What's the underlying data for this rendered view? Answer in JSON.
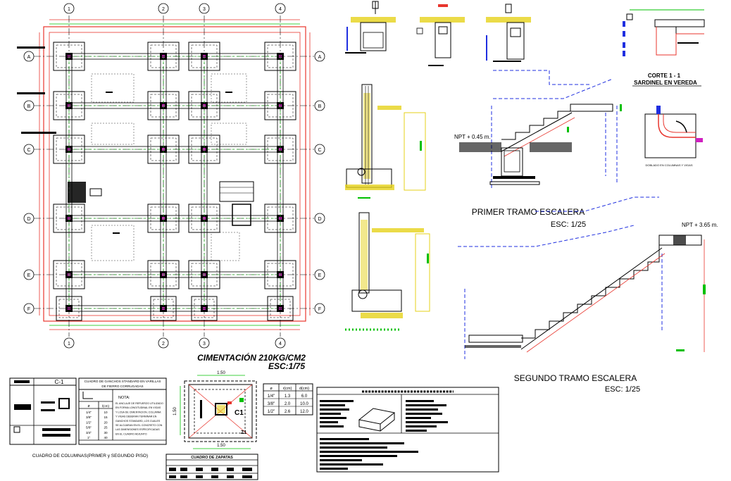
{
  "colors": {
    "red": "#e8352d",
    "green": "#00c000",
    "blue": "#1f2fe0",
    "yellow": "#e6d21a",
    "magenta": "#d020c0",
    "black": "#000000",
    "gray": "#9a9a9a"
  },
  "plan": {
    "axes_top": [
      "1",
      "2",
      "3",
      "4"
    ],
    "axes_bottom": [
      "1",
      "2",
      "3",
      "4"
    ],
    "axes_left": [
      "A",
      "B",
      "C",
      "D",
      "E",
      "F"
    ],
    "axes_right": [
      "A",
      "B",
      "C",
      "D",
      "E",
      "F"
    ],
    "title": "CIMENTACIÓN 210KG/CM2",
    "scale": "ESC:1/75"
  },
  "details": {
    "corte_title": "CORTE 1 - 1",
    "corte_subtitle": "SARDINEL EN VEREDA",
    "corner_note": "DOBLADO EN COLUMNAS Y VIGAS"
  },
  "stairs": {
    "tramo1_title": "PRIMER TRAMO ESCALERA",
    "tramo1_scale": "ESC: 1/25",
    "tramo1_level": "NPT + 0.45 m.",
    "tramo2_title": "SEGUNDO TRAMO ESCALERA",
    "tramo2_scale": "ESC: 1/25",
    "tramo2_level": "NPT + 3.65 m."
  },
  "columns_table": {
    "header": "C-1",
    "caption": "CUADRO DE COLUMNAS(PRIMER y SEGUNDO PISO)"
  },
  "hooks_table": {
    "title_line1": "CUADRO DE GANCHOS STANDARD EN VARILLAS",
    "title_line2": "DE FIERRO CORRUGADAS",
    "nota_label": "NOTA:",
    "col_phi": "ø",
    "col_l": "l(cm)",
    "rows": [
      [
        "1/4\"",
        "10"
      ],
      [
        "3/8\"",
        "15"
      ],
      [
        "1/2\"",
        "20"
      ],
      [
        "5/8\"",
        "25"
      ],
      [
        "3/4\"",
        "30"
      ],
      [
        "1\"",
        "40"
      ]
    ],
    "note_lines": [
      "EL ANCLAJE DE REFUERZO UTILIZADO",
      "EN FORMA LONGITUDINAL EN VIGAS",
      "Y LOSA DE CIMENTACION, COLUMNA",
      "Y VIGAS DEBERAN TERMINAR EN",
      "GANCHOS STANDARD, LOS CUALES",
      "SE ALOJARAN EN EL CONCRETO CON",
      "LAS DIMENSIONES ESPECIFICADAS",
      "EN EL CUADRO ADJUNTO"
    ]
  },
  "footing": {
    "dim_top": "1.50",
    "dim_bottom": "1.50",
    "dim_side": "1.50",
    "col_label": "C1",
    "zap_label": "Z1",
    "table_title": "CUADRO DE ZAPATAS"
  },
  "bar_table": {
    "headers": [
      "ø",
      "r(cm)",
      "d(cm)"
    ],
    "rows": [
      [
        "1/4\"",
        "1.3",
        "6.0"
      ],
      [
        "3/8\"",
        "2.0",
        "10.0"
      ],
      [
        "1/2\"",
        "2.6",
        "12.0"
      ]
    ]
  }
}
